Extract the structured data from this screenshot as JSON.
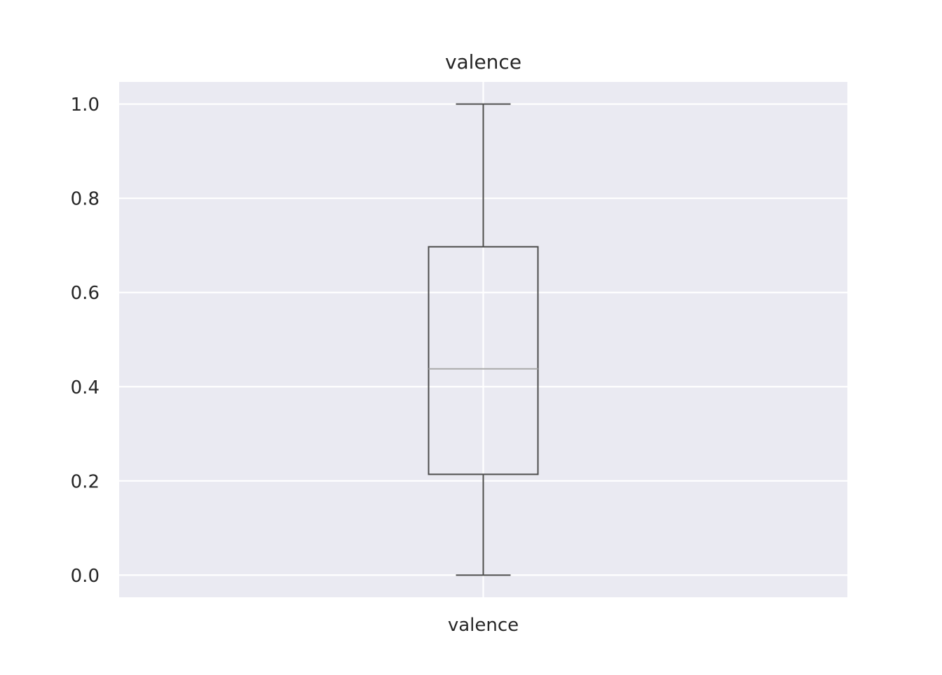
{
  "chart_data": {
    "type": "box",
    "title": "valence",
    "xlabel": "",
    "ylabel": "",
    "categories": [
      "valence"
    ],
    "boxes": [
      {
        "label": "valence",
        "whisker_low": 0.0,
        "q1": 0.214,
        "median": 0.438,
        "q3": 0.697,
        "whisker_high": 1.0
      }
    ],
    "ylim": [
      -0.047,
      1.047
    ],
    "yticks": [
      0.0,
      0.2,
      0.4,
      0.6,
      0.8,
      1.0
    ],
    "ytick_labels": [
      "0.0",
      "0.2",
      "0.4",
      "0.6",
      "0.8",
      "1.0"
    ],
    "grid": true,
    "legend": "none",
    "colors": {
      "plot_background": "#eaeaf2",
      "grid": "#ffffff",
      "box_line": "#4d4d4d",
      "median_line": "#a9a9a9",
      "text": "#262626"
    }
  }
}
